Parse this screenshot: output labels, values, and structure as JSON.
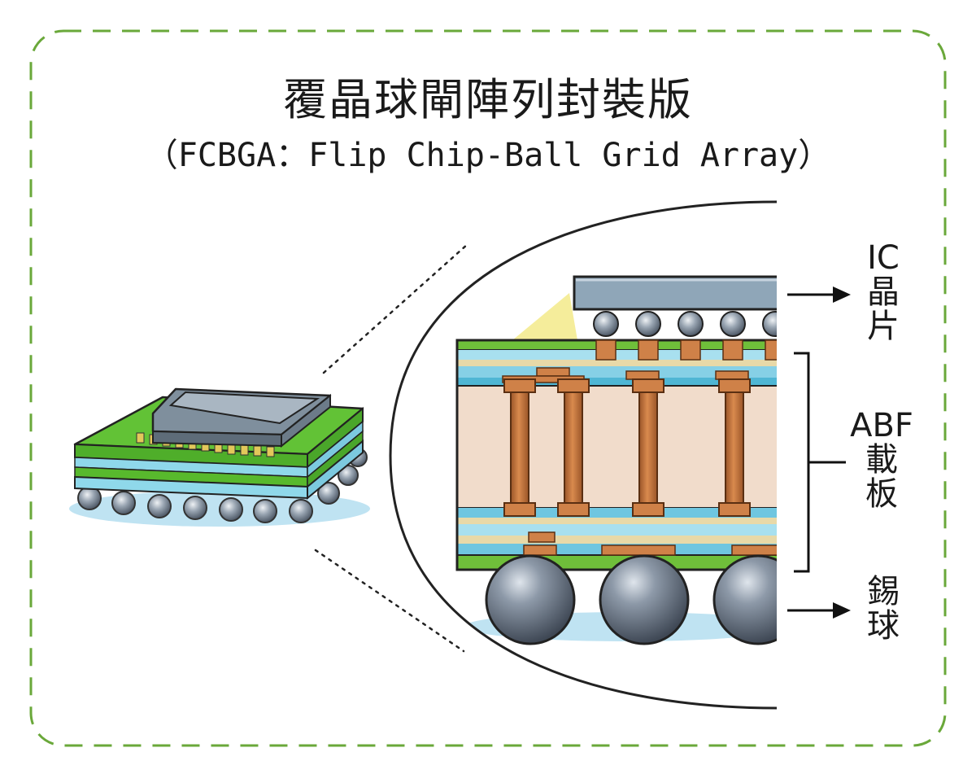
{
  "title": "覆晶球閘陣列封裝版",
  "subtitle": "（FCBGA：Flip Chip-Ball Grid Array）",
  "labels": {
    "chip": {
      "line1": "IC",
      "line2": "晶",
      "line3": "片"
    },
    "abf": {
      "line1": "ABF",
      "line2": "載",
      "line3": "板"
    },
    "balls": {
      "line1": "錫",
      "line2": "球"
    }
  },
  "colors": {
    "frame_dash": "#6aa83a",
    "die": "#8fa6b8",
    "substrate_green": "#5fbf32",
    "substrate_blue": "#7fd0e8",
    "copper": "#c0753f",
    "core": "#f1dccb",
    "solder_ball": "#7d8896"
  }
}
